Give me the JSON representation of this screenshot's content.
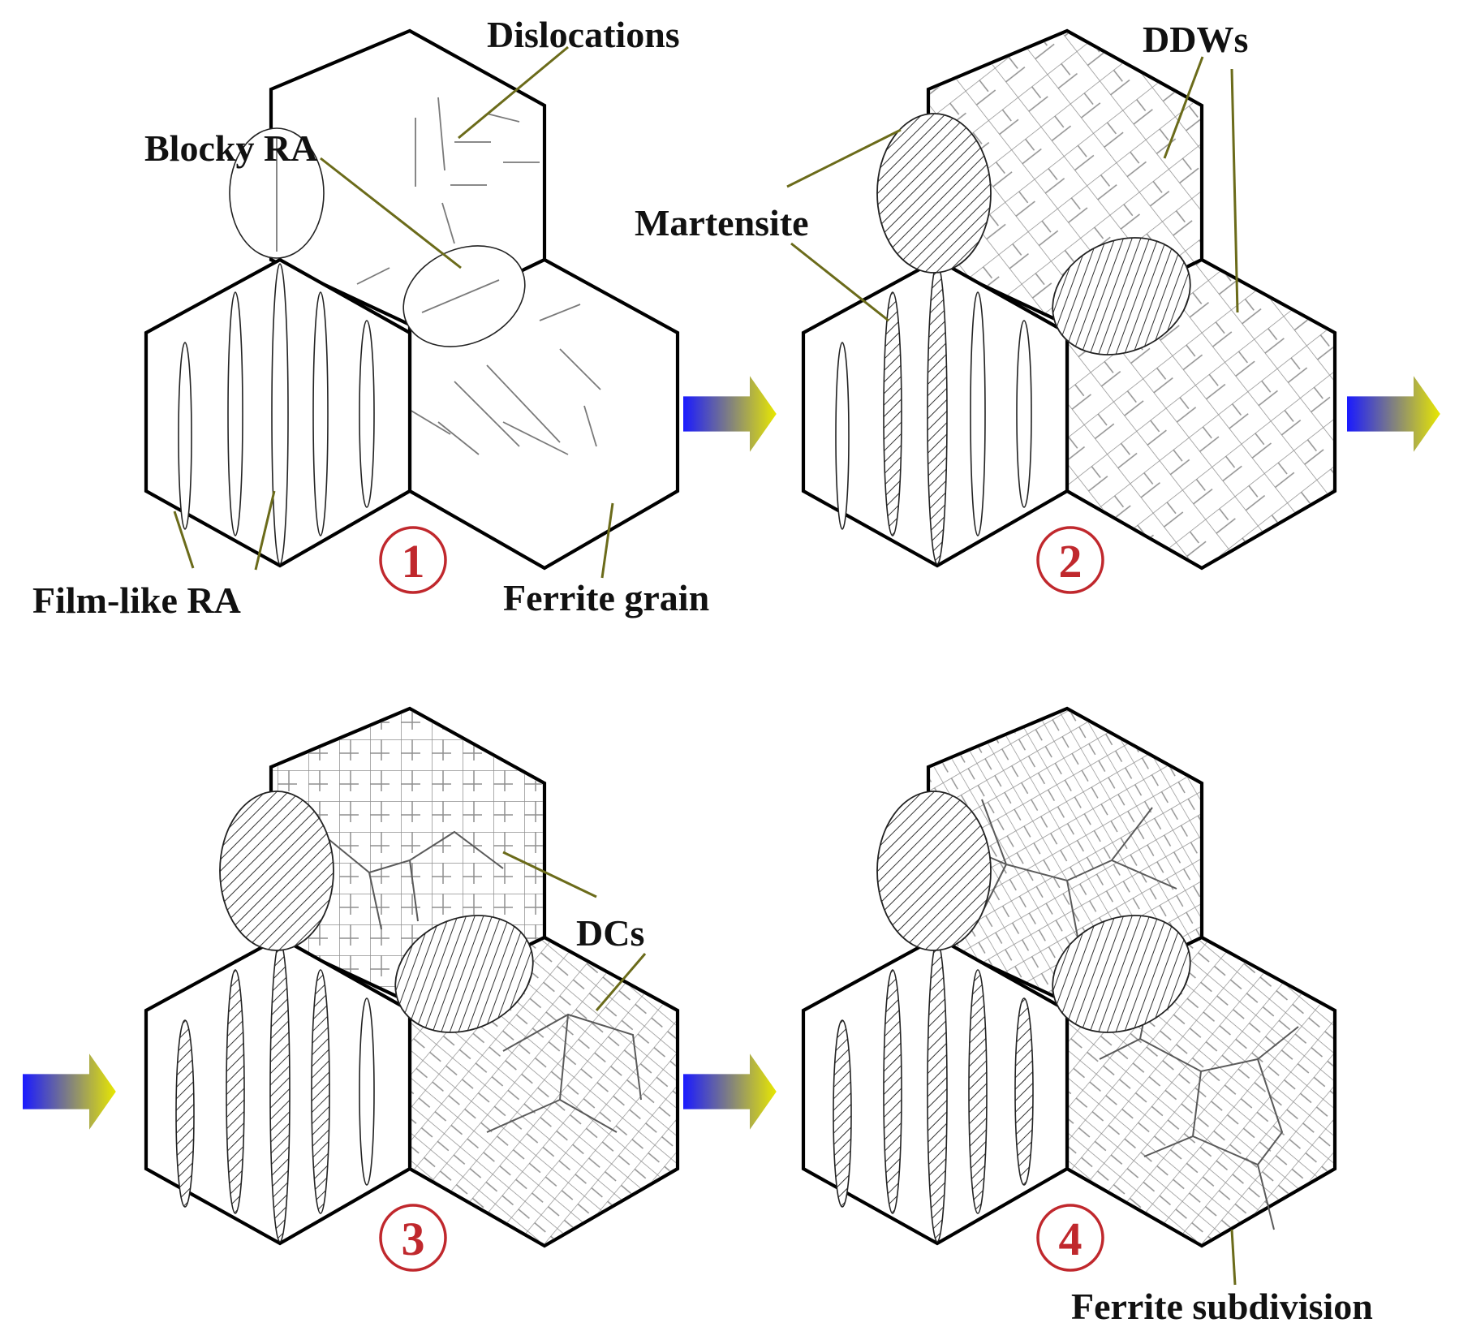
{
  "colors": {
    "outline": "#000000",
    "leader_line": "#6b6b1a",
    "step_marker": "#c0282d",
    "arrow_start": "#1a1aff",
    "arrow_end": "#e8e800"
  },
  "labels": {
    "dislocations": "Dislocations",
    "blocky_ra": "Blocky RA",
    "film_like_ra": "Film-like RA",
    "ferrite_grain": "Ferrite grain",
    "ddws": "DDWs",
    "martensite": "Martensite",
    "dcs": "DCs",
    "ferrite_subdivision": "Ferrite subdivision"
  },
  "steps": [
    "1",
    "2",
    "3",
    "4"
  ],
  "icons": {
    "process_arrow": "gradient-arrow-icon",
    "step_marker": "circled-number"
  }
}
